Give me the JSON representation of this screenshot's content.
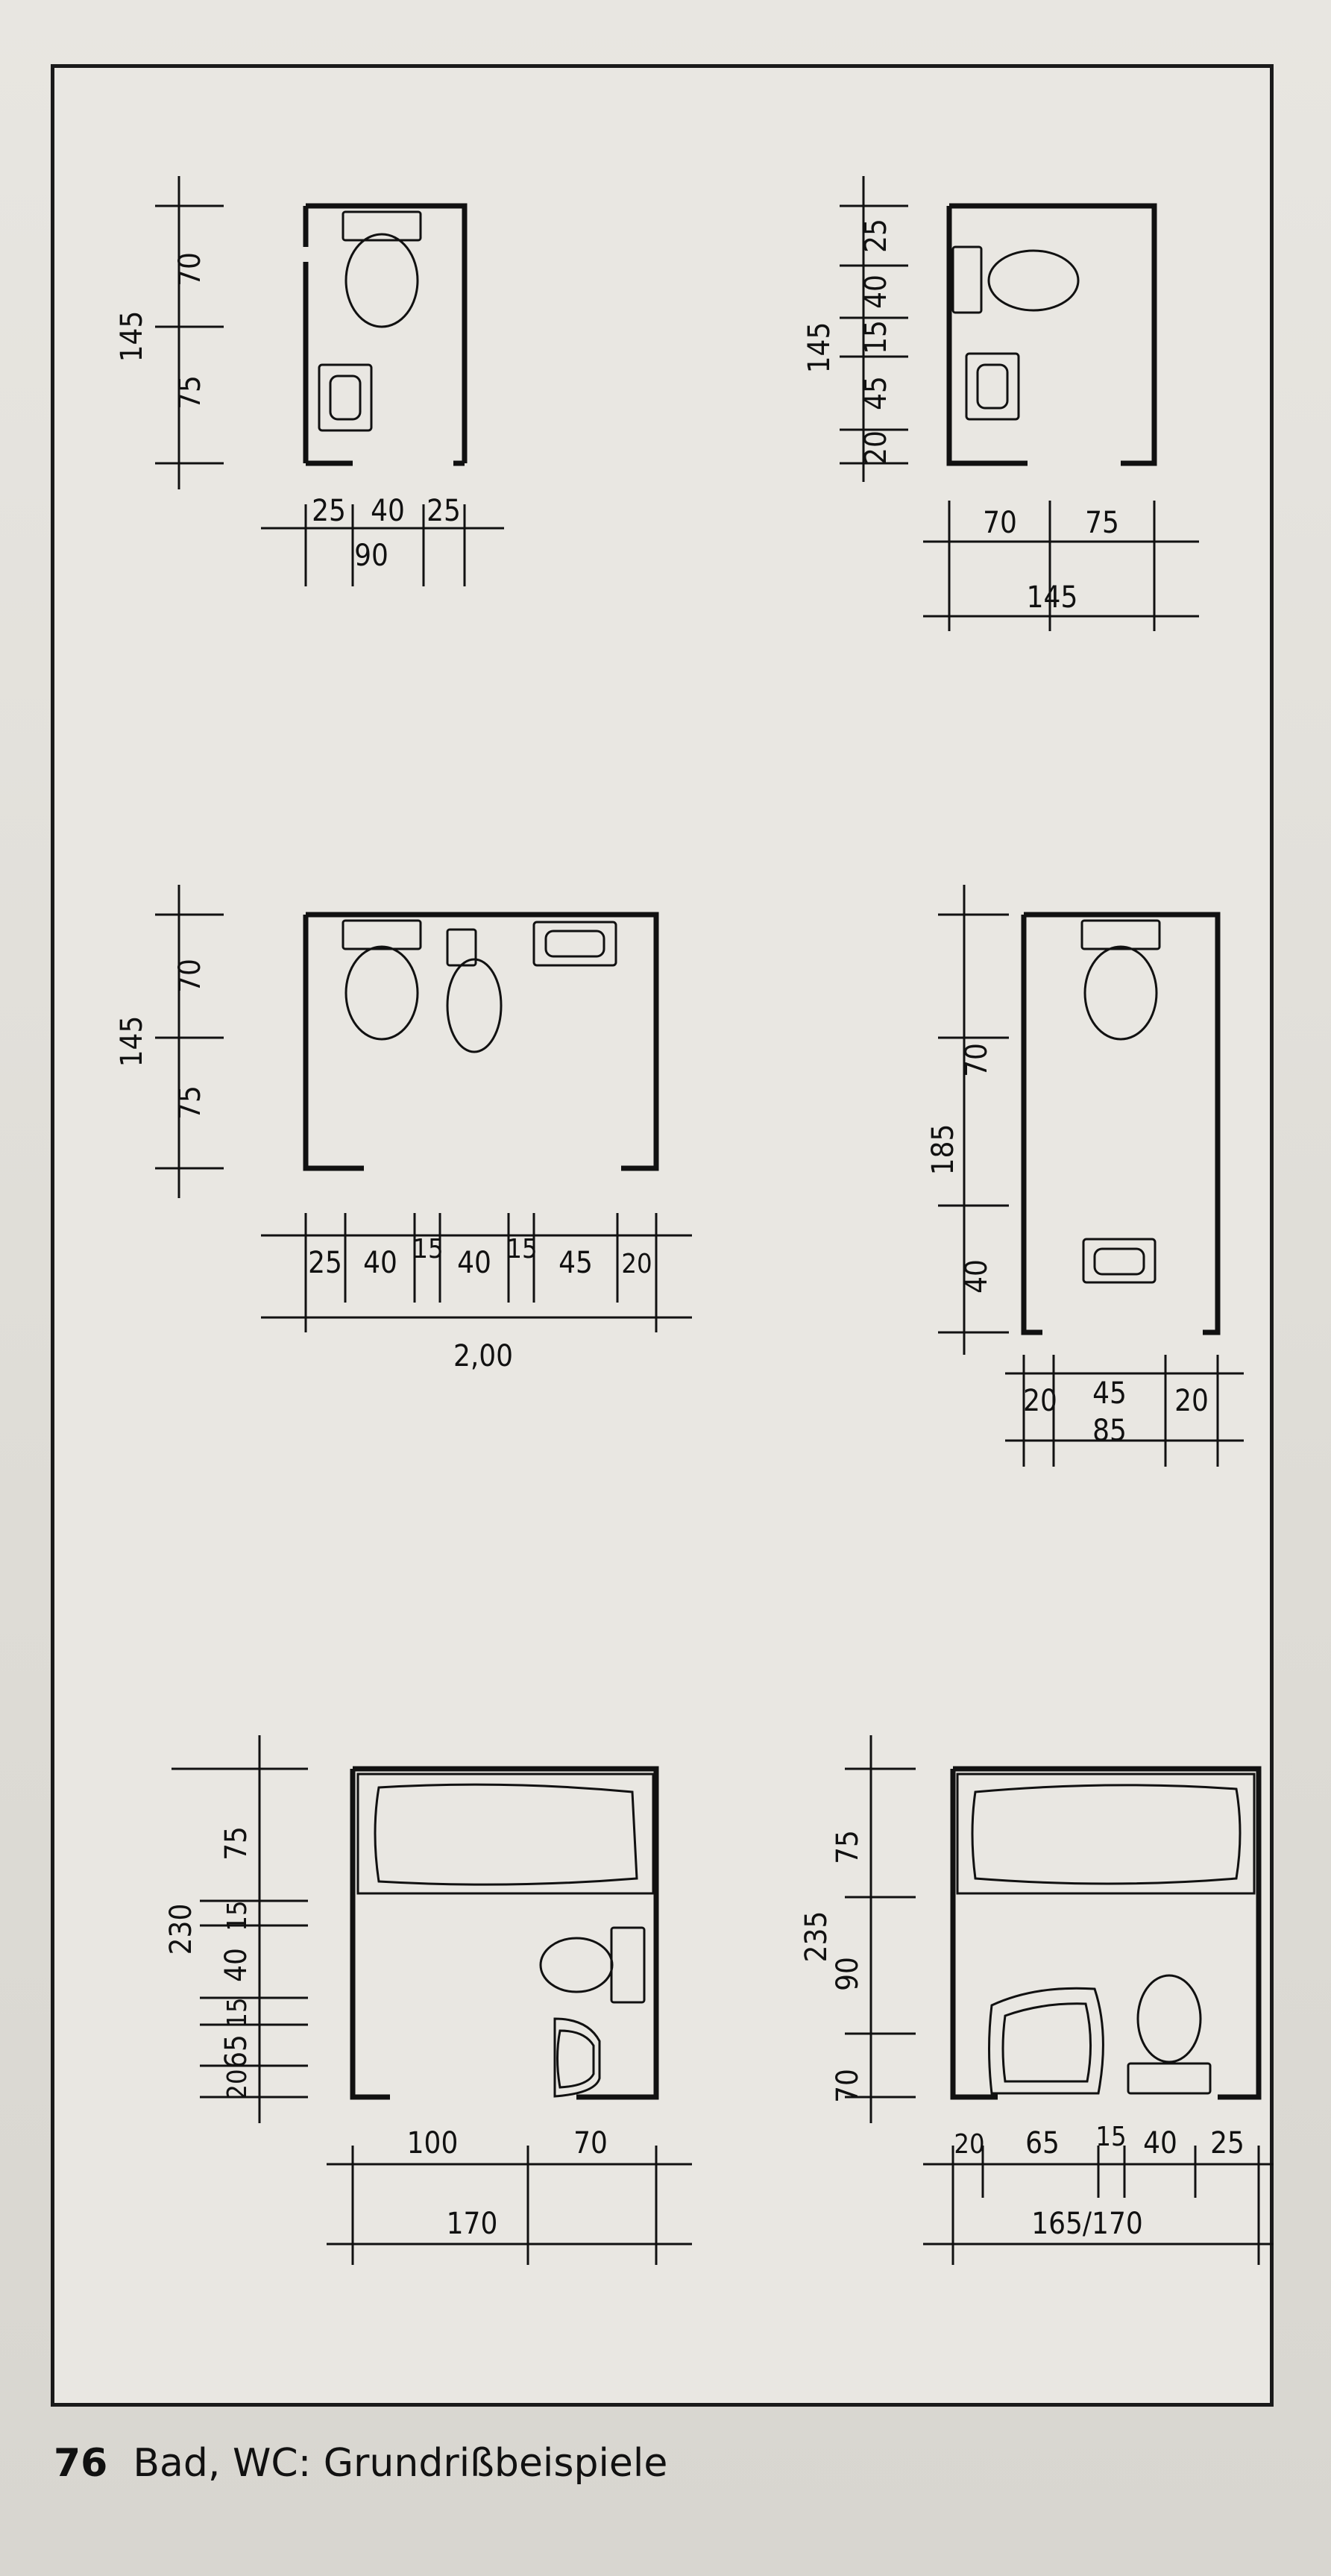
{
  "page": {
    "number": "76",
    "caption": "Bad, WC: Grundrißbeispiele"
  },
  "plans": [
    {
      "id": "wc-90",
      "v_dims": [
        "70",
        "75"
      ],
      "v_total": "145",
      "h_dims": [
        "25",
        "40",
        "25"
      ],
      "h_total": "90"
    },
    {
      "id": "wc-145",
      "v_dims": [
        "25",
        "40",
        "15",
        "45",
        "20"
      ],
      "v_total": "145",
      "h_dims": [
        "70",
        "75"
      ],
      "h_total": "145"
    },
    {
      "id": "wc-200",
      "v_dims": [
        "70",
        "75"
      ],
      "v_total": "145",
      "h_dims": [
        "25",
        "40",
        "15",
        "40",
        "15",
        "45",
        "20"
      ],
      "h_total": "2,00"
    },
    {
      "id": "wc-85",
      "v_dims": [
        "70",
        "40"
      ],
      "v_total": "185",
      "h_dims": [
        "20",
        "45",
        "20"
      ],
      "h_total": "85"
    },
    {
      "id": "bad-170",
      "v_dims": [
        "75",
        "15",
        "40",
        "15",
        "65",
        "20"
      ],
      "v_total": "230",
      "h_dims": [
        "100",
        "70"
      ],
      "h_total": "170"
    },
    {
      "id": "bad-165",
      "v_dims": [
        "75",
        "90",
        "70"
      ],
      "v_total": "235",
      "h_dims": [
        "20",
        "65",
        "15",
        "40",
        "25"
      ],
      "h_total": "165/170"
    }
  ]
}
